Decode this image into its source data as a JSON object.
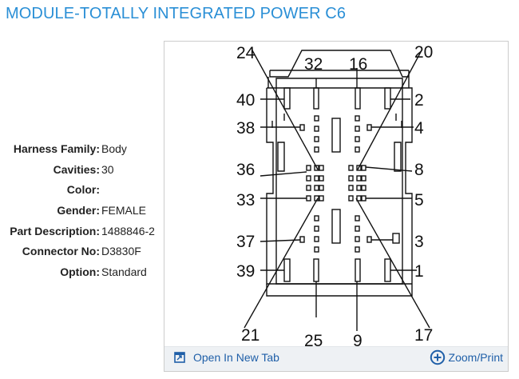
{
  "page": {
    "title": "MODULE-TOTALLY INTEGRATED POWER C6"
  },
  "properties": [
    {
      "label": "Harness Family:",
      "value": "Body"
    },
    {
      "label": "Cavities:",
      "value": "30"
    },
    {
      "label": "Color:",
      "value": ""
    },
    {
      "label": "Gender:",
      "value": "FEMALE"
    },
    {
      "label": "Part Description:",
      "value": "1488846-2"
    },
    {
      "label": "Connector No:",
      "value": "D3830F"
    },
    {
      "label": "Option:",
      "value": "Standard"
    }
  ],
  "diagram": {
    "pin_labels": {
      "p24": "24",
      "p32": "32",
      "p16": "16",
      "p20": "20",
      "p40": "40",
      "p2": "2",
      "p38": "38",
      "p4": "4",
      "p36": "36",
      "p8": "8",
      "p33": "33",
      "p5": "5",
      "p37": "37",
      "p3": "3",
      "p39": "39",
      "p1": "1",
      "p21": "21",
      "p25": "25",
      "p9": "9",
      "p17": "17"
    }
  },
  "footer": {
    "open_tab_label": "Open In New Tab",
    "zoom_label": "Zoom/Print"
  },
  "colors": {
    "title": "#2a8fd6",
    "link": "#1f5fa8",
    "footer_bg": "#eef1f4"
  }
}
